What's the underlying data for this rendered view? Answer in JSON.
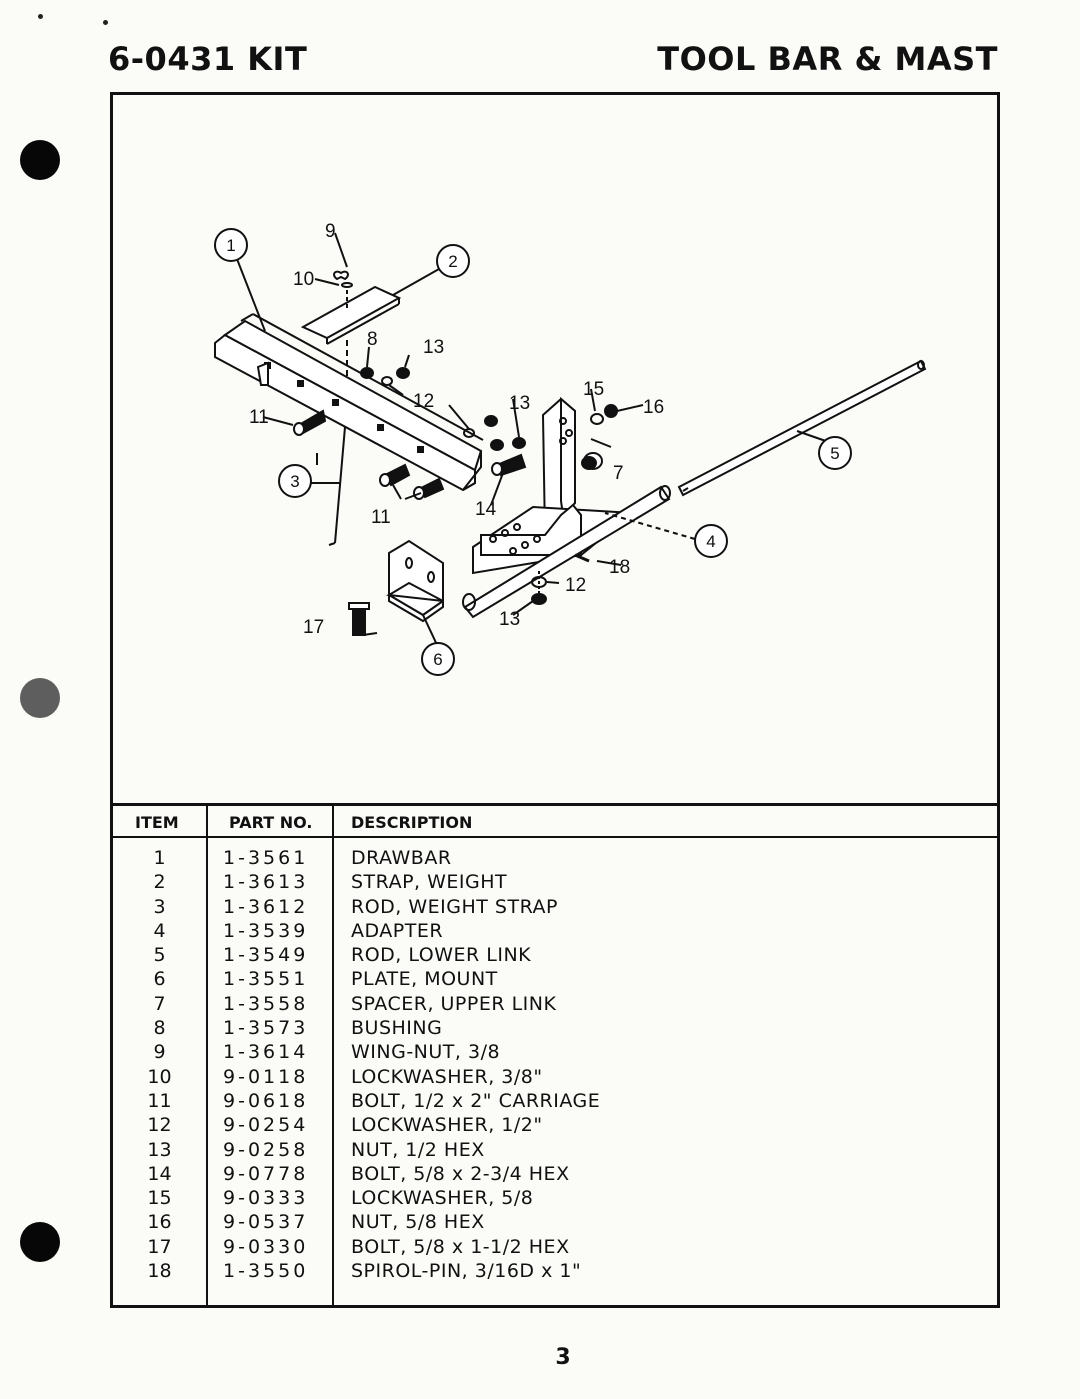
{
  "header": {
    "kit_number": "6-0431 KIT",
    "title": "TOOL BAR & MAST"
  },
  "diagram": {
    "callouts": [
      "1",
      "2",
      "3",
      "4",
      "5",
      "6"
    ],
    "labels": [
      "9",
      "10",
      "8",
      "13",
      "15",
      "16",
      "11",
      "12",
      "13",
      "7",
      "11",
      "14",
      "18",
      "12",
      "17",
      "13"
    ]
  },
  "table": {
    "columns": [
      "ITEM",
      "PART NO.",
      "DESCRIPTION"
    ],
    "rows": [
      {
        "item": "1",
        "part": "1-3561",
        "description": "DRAWBAR"
      },
      {
        "item": "2",
        "part": "1-3613",
        "description": "STRAP, WEIGHT"
      },
      {
        "item": "3",
        "part": "1-3612",
        "description": "ROD, WEIGHT STRAP"
      },
      {
        "item": "4",
        "part": "1-3539",
        "description": "ADAPTER"
      },
      {
        "item": "5",
        "part": "1-3549",
        "description": "ROD, LOWER LINK"
      },
      {
        "item": "6",
        "part": "1-3551",
        "description": "PLATE, MOUNT"
      },
      {
        "item": "7",
        "part": "1-3558",
        "description": "SPACER, UPPER LINK"
      },
      {
        "item": "8",
        "part": "1-3573",
        "description": "BUSHING"
      },
      {
        "item": "9",
        "part": "1-3614",
        "description": "WING-NUT, 3/8"
      },
      {
        "item": "10",
        "part": "9-0118",
        "description": "LOCKWASHER, 3/8\""
      },
      {
        "item": "11",
        "part": "9-0618",
        "description": "BOLT, 1/2 x 2\" CARRIAGE"
      },
      {
        "item": "12",
        "part": "9-0254",
        "description": "LOCKWASHER, 1/2\""
      },
      {
        "item": "13",
        "part": "9-0258",
        "description": "NUT, 1/2 HEX"
      },
      {
        "item": "14",
        "part": "9-0778",
        "description": "BOLT, 5/8 x 2-3/4 HEX"
      },
      {
        "item": "15",
        "part": "9-0333",
        "description": "LOCKWASHER, 5/8"
      },
      {
        "item": "16",
        "part": "9-0537",
        "description": "NUT, 5/8 HEX"
      },
      {
        "item": "17",
        "part": "9-0330",
        "description": "BOLT, 5/8 x 1-1/2 HEX"
      },
      {
        "item": "18",
        "part": "1-3550",
        "description": "SPIROL-PIN, 3/16D x 1\""
      }
    ]
  },
  "footer": {
    "page_number": "3"
  }
}
